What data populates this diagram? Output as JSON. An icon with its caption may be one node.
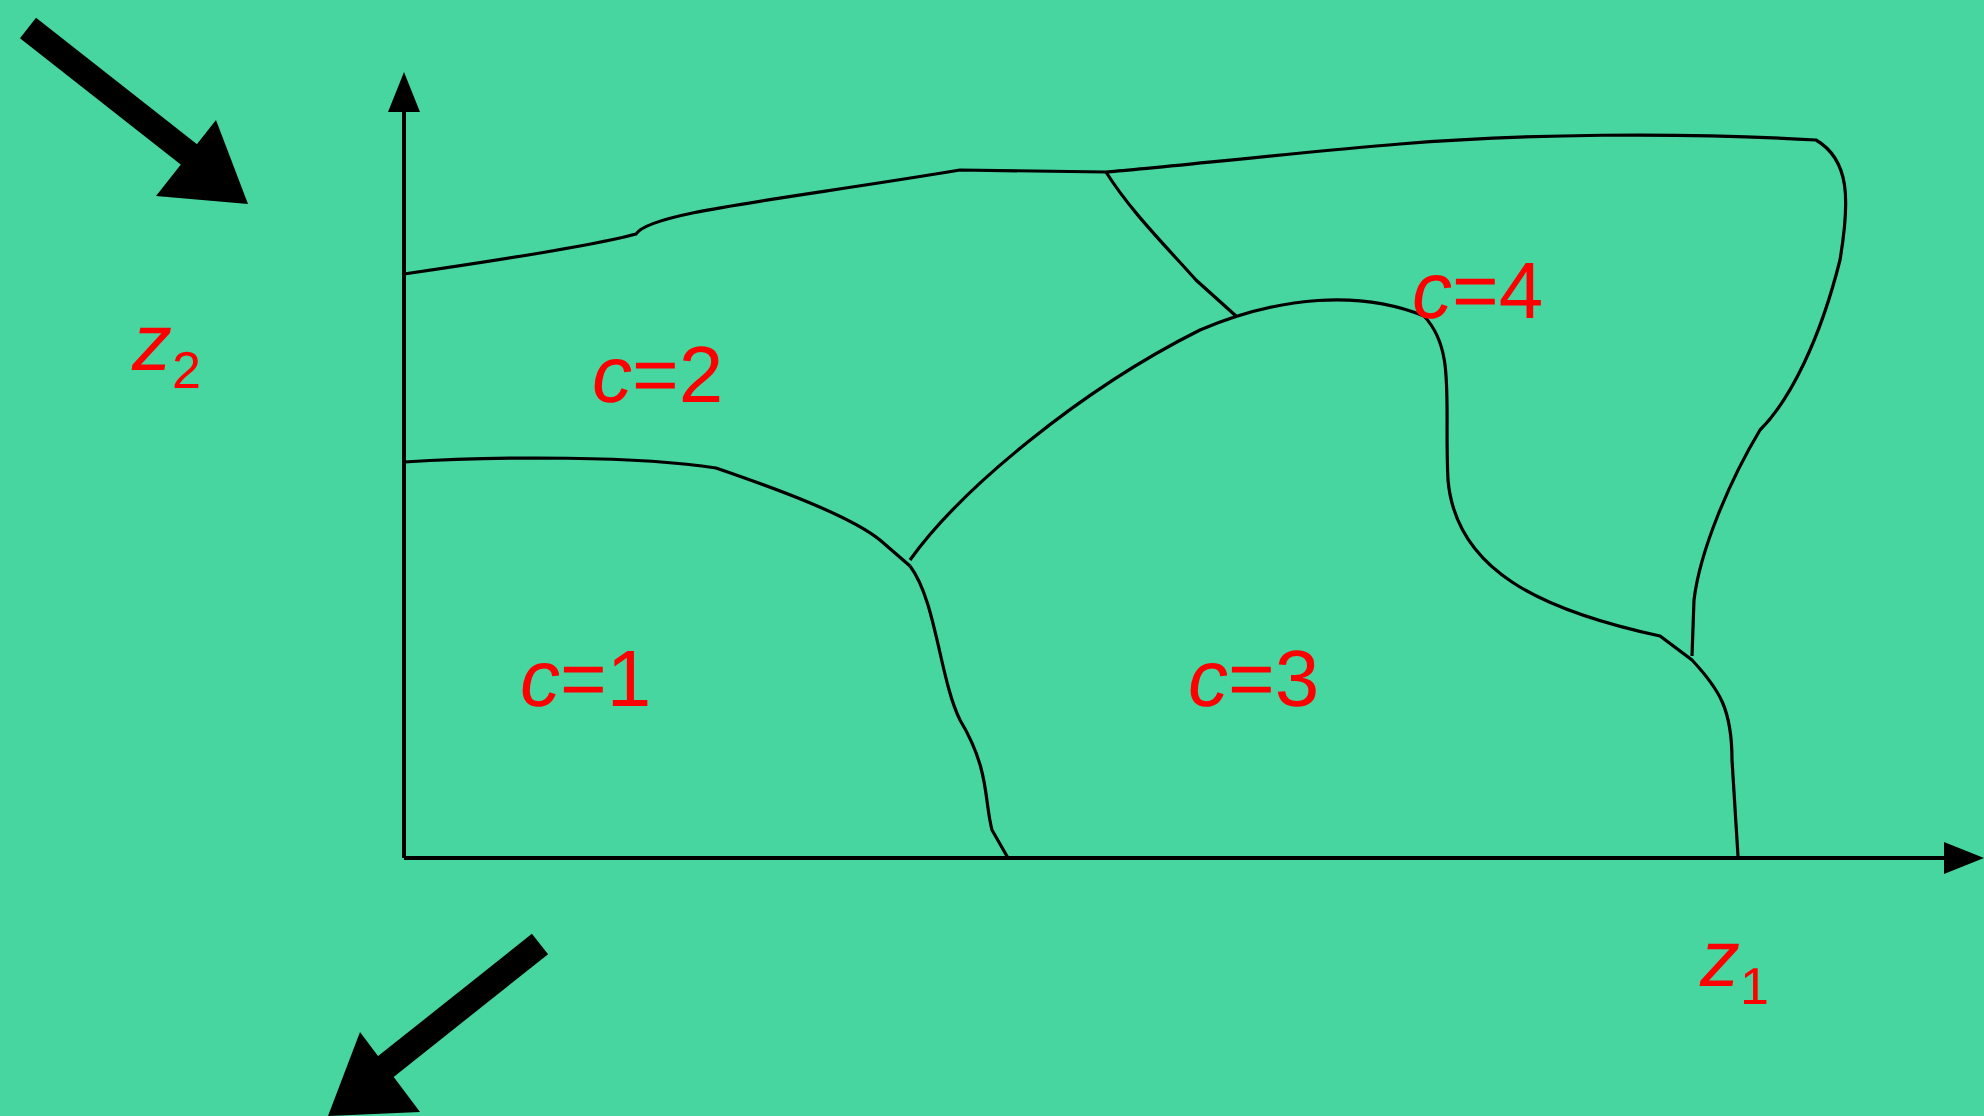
{
  "diagram": {
    "labels": [
      "*c*=4",
      "*z*$_{2}$",
      "*c*=2",
      "*c*=1",
      "*c*=3",
      "*z*$_{1}$"
    ]
  }
}
